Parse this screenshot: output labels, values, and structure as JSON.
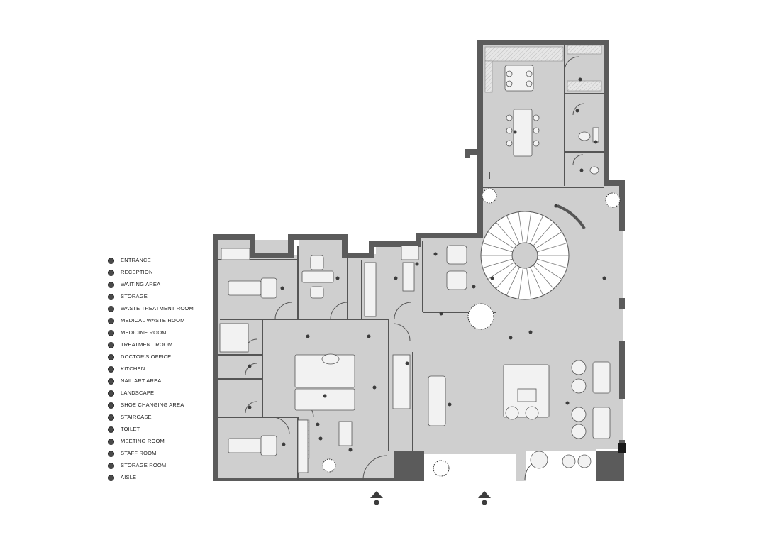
{
  "legend": {
    "items": [
      {
        "label": "ENTRANCE"
      },
      {
        "label": "RECEPTION"
      },
      {
        "label": "WAITING AREA"
      },
      {
        "label": "STORAGE"
      },
      {
        "label": "WASTE TREATMENT ROOM"
      },
      {
        "label": "MEDICAL WASTE ROOM"
      },
      {
        "label": "MEDICINE ROOM"
      },
      {
        "label": "TREATMENT ROOM"
      },
      {
        "label": "DOCTOR'S OFFICE"
      },
      {
        "label": "KITCHEN"
      },
      {
        "label": "NAIL ART AREA"
      },
      {
        "label": "LANDSCAPE"
      },
      {
        "label": "SHOE CHANGING AREA"
      },
      {
        "label": "STAIRCASE"
      },
      {
        "label": "TOILET"
      },
      {
        "label": "MEETING ROOM"
      },
      {
        "label": "STAFF ROOM"
      },
      {
        "label": "STORAGE ROOM"
      },
      {
        "label": "AISLE"
      }
    ]
  },
  "colors": {
    "wall": "#5b5b5b",
    "floor": "#cfcfcf",
    "furniture": "#f2f2f2",
    "line": "#555555",
    "marker": "#3c3c3c"
  }
}
